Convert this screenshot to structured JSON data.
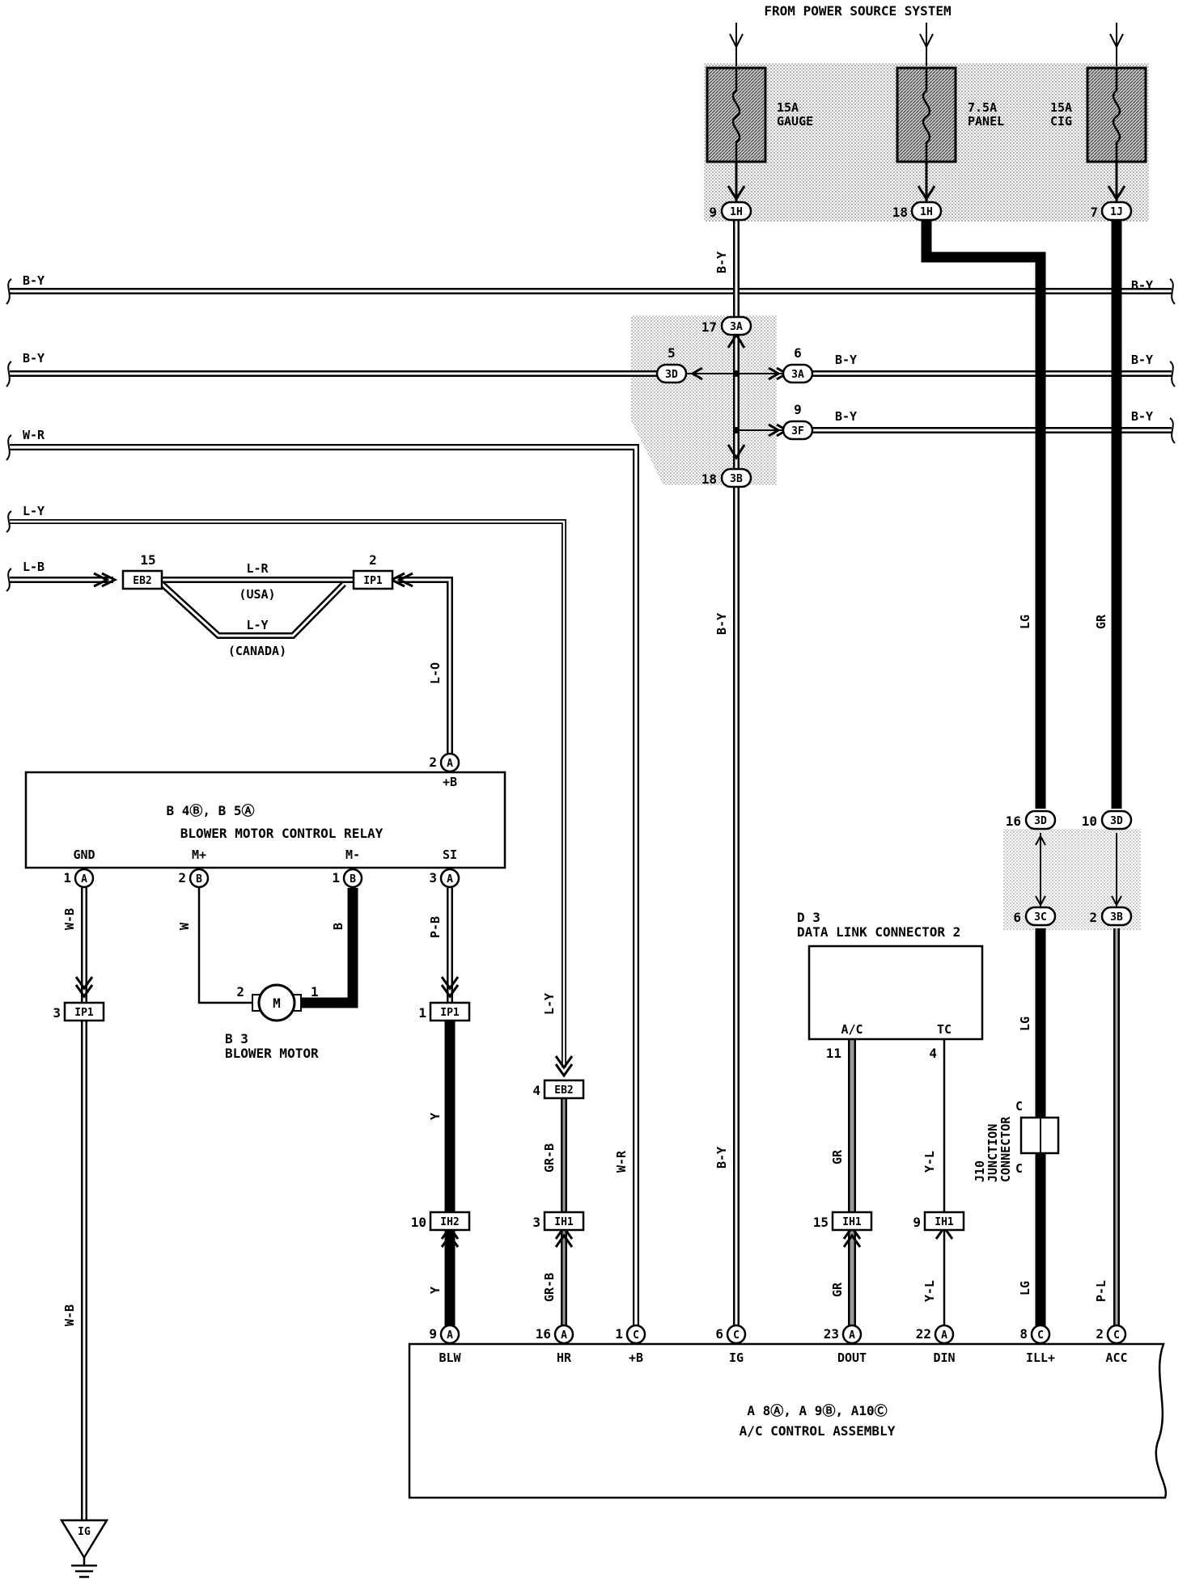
{
  "header": "FROM POWER SOURCE SYSTEM",
  "fuses": [
    {
      "amp": "15A",
      "name": "GAUGE"
    },
    {
      "amp": "7.5A",
      "name": "PANEL"
    },
    {
      "amp": "15A",
      "name": "CIG"
    }
  ],
  "connectors": {
    "ih": "1H",
    "ij": "1J",
    "c3a": "3A",
    "c3d": "3D",
    "c3f": "3F",
    "c3b": "3B",
    "c3c": "3C",
    "eb2": "EB2",
    "ip1": "IP1",
    "ih1": "IH1",
    "ih2": "IH2",
    "ig": "IG"
  },
  "pins": {
    "p9": "9",
    "p18": "18",
    "p7": "7",
    "p17": "17",
    "p5": "5",
    "p6": "6",
    "p18b": "18",
    "p15": "15",
    "p2": "2",
    "p16": "16",
    "p10": "10",
    "p2b": "2",
    "p11": "11",
    "p4": "4",
    "p1": "1",
    "p3": "3",
    "p4b": "4",
    "p10b": "10",
    "p3b": "3",
    "p15b": "15",
    "p9b": "9",
    "p9c": "9",
    "p16b": "16",
    "p1b": "1",
    "p6b": "6",
    "p23": "23",
    "p22": "22",
    "p8": "8",
    "p2c": "2",
    "m2": "2",
    "m1": "1",
    "r2": "2",
    "r1": "1",
    "r1b": "1",
    "r3": "3"
  },
  "letters": {
    "a": "A",
    "b": "B",
    "c": "C"
  },
  "wire_colors": {
    "by": "B-Y",
    "wr": "W-R",
    "ly": "L-Y",
    "lb": "L-B",
    "lr": "L-R",
    "lo": "L-O",
    "lg": "LG",
    "gr": "GR",
    "wb": "W-B",
    "w": "W",
    "b": "B",
    "pb": "P-B",
    "y": "Y",
    "grb": "GR-B",
    "yl": "Y-L",
    "pl": "P-L"
  },
  "variants": {
    "usa": "(USA)",
    "canada": "(CANADA)"
  },
  "relay": {
    "ids": "B 4Ⓑ, B 5Ⓐ",
    "name": "BLOWER MOTOR CONTROL RELAY",
    "pins": {
      "plus_b": "+B",
      "gnd": "GND",
      "m_plus": "M+",
      "m_minus": "M-",
      "si": "SI"
    }
  },
  "motor": {
    "id": "B 3",
    "name": "BLOWER MOTOR",
    "symbol": "M"
  },
  "dlc": {
    "id": "D 3",
    "name": "DATA LINK CONNECTOR 2",
    "pin_ac": "A/C",
    "pin_tc": "TC"
  },
  "junction": {
    "id": "J10",
    "name": "JUNCTION",
    "name2": "CONNECTOR",
    "pin": "C"
  },
  "ac": {
    "ids": "A 8Ⓐ, A 9Ⓑ, A10Ⓒ",
    "name": "A/C CONTROL ASSEMBLY",
    "pins": [
      "BLW",
      "HR",
      "+B",
      "IG",
      "DOUT",
      "DIN",
      "ILL+",
      "ACC"
    ]
  }
}
